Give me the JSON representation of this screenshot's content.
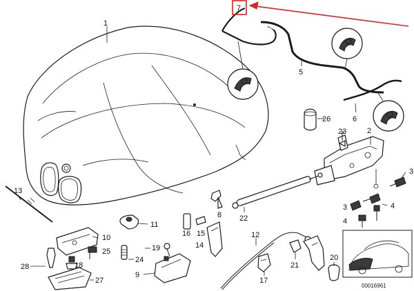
{
  "labels": {
    "p1": "1",
    "p2": "2",
    "p3a": "3",
    "p3b": "3",
    "p4a": "4",
    "p4b": "4",
    "p5": "5",
    "p6": "6",
    "p7": "7",
    "p8": "8",
    "p9": "9",
    "p10": "10",
    "p11": "11",
    "p12": "12",
    "p13": "13",
    "p14": "14",
    "p15": "15",
    "p16": "16",
    "p17": "17",
    "p18": "18",
    "p19": "19",
    "p20": "20",
    "p21": "21",
    "p22": "22",
    "p23": "23",
    "p24": "24",
    "p25": "25",
    "p26": "26",
    "p27": "27",
    "p28": "28"
  },
  "diagram_code": "00016961",
  "colors": {
    "highlight": "#e02020",
    "line": "#1a1a1a"
  }
}
